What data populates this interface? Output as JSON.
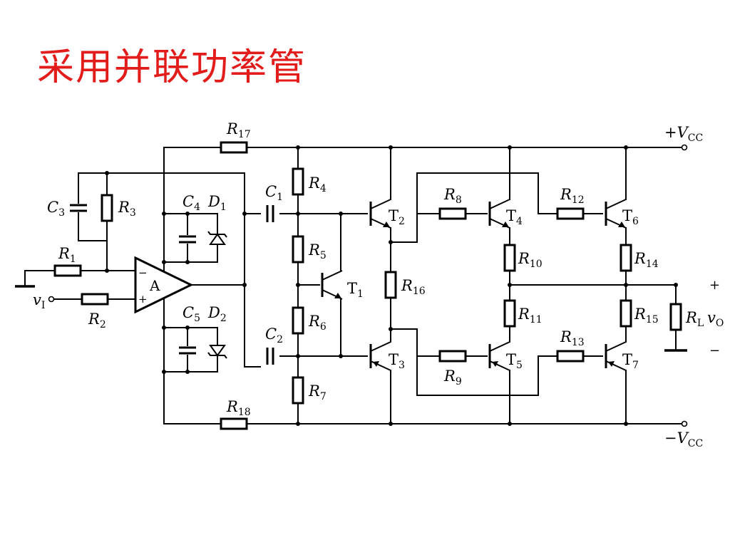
{
  "title": "采用并联功率管",
  "circuit": {
    "supply_pos": "+VCC",
    "supply_neg": "−VCC",
    "opamp": "A",
    "input": "vI",
    "output": "vO",
    "output_plus": "+",
    "output_minus": "−",
    "opamp_inv": "−",
    "opamp_noninv": "+",
    "resistors": [
      "R1",
      "R2",
      "R3",
      "R4",
      "R5",
      "R6",
      "R7",
      "R8",
      "R9",
      "R10",
      "R11",
      "R12",
      "R13",
      "R14",
      "R15",
      "R16",
      "R17",
      "R18",
      "RL"
    ],
    "capacitors": [
      "C1",
      "C2",
      "C3",
      "C4",
      "C5"
    ],
    "diodes": [
      "D1",
      "D2"
    ],
    "transistors": [
      "T1",
      "T2",
      "T3",
      "T4",
      "T5",
      "T6",
      "T7"
    ]
  }
}
